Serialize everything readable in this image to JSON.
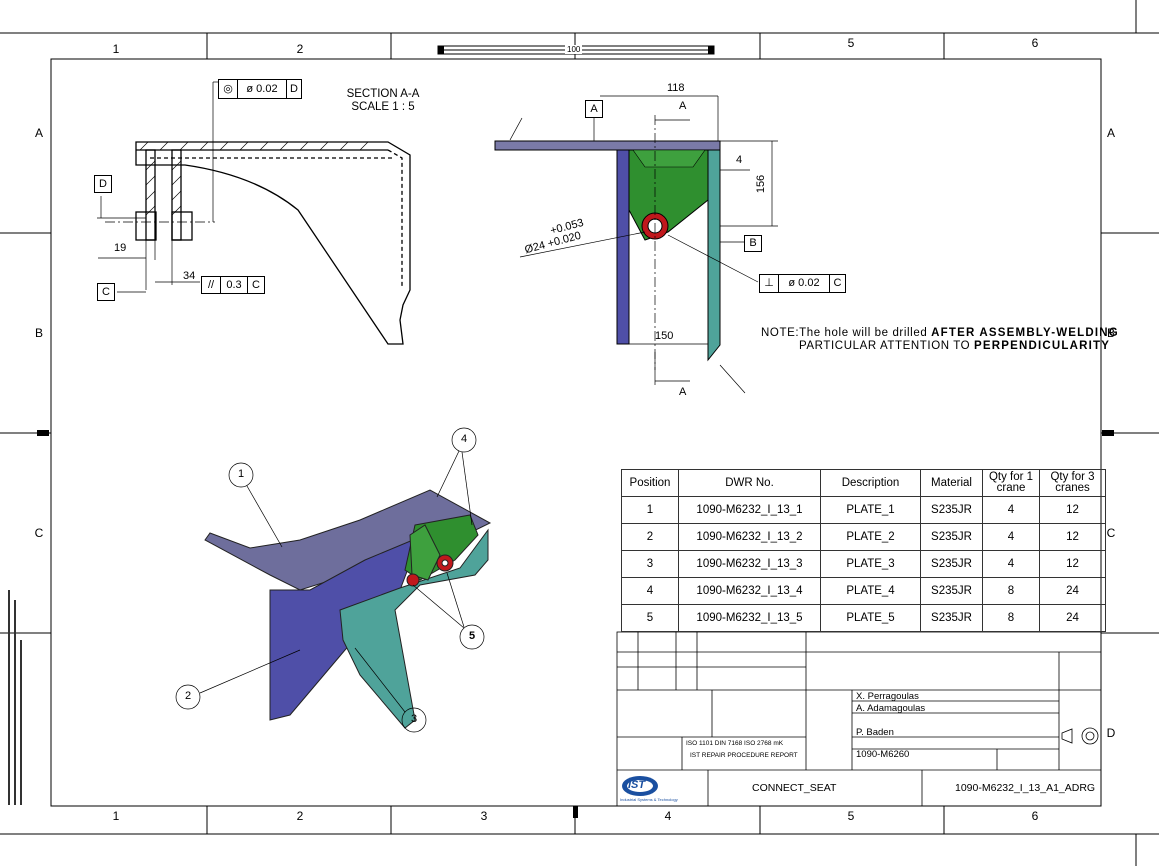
{
  "zones": {
    "top": [
      "1",
      "2",
      "5",
      "6"
    ],
    "bottom": [
      "1",
      "2",
      "3",
      "4",
      "5",
      "6"
    ],
    "left": [
      "A",
      "B",
      "C"
    ],
    "right": [
      "A",
      "B",
      "C",
      "D"
    ]
  },
  "scale_bar": {
    "label": "100"
  },
  "section_view": {
    "title": "SECTION A-A",
    "scale": "SCALE 1 : 5",
    "concentricity": {
      "symbol": "◎",
      "tolerance": "ø 0.02",
      "datum": "D"
    },
    "datum_d": "D",
    "datum_c": "C",
    "dim_19": "19",
    "dim_34": "34",
    "parallelism": {
      "symbol": "//",
      "tolerance": "0.3",
      "datum": "C"
    }
  },
  "front_view": {
    "datum_a": "A",
    "dim_118": "118",
    "section_a_top": "A",
    "dim_4": "4",
    "dim_156": "156",
    "tol_upper": "+0.053",
    "tol_lower": "Ø24 +0.020",
    "datum_b": "B",
    "perpendicularity": {
      "symbol": "⊥",
      "tolerance": "ø 0.02",
      "datum": "C"
    },
    "dim_150": "150",
    "section_a_bottom": "A"
  },
  "note": {
    "line1_prefix": "NOTE:The hole will be drilled ",
    "line1_bold": "AFTER ASSEMBLY-WELDING",
    "line2_prefix": "PARTICULAR ATTENTION TO ",
    "line2_bold": "PERPENDICULARITY"
  },
  "balloons": [
    "1",
    "2",
    "3",
    "4",
    "5"
  ],
  "bom": {
    "headers": [
      "Position",
      "DWR No.",
      "Description",
      "Material",
      "Qty for 1 crane",
      "Qty for 3 cranes"
    ],
    "rows": [
      [
        "1",
        "1090-M6232_I_13_1",
        "PLATE_1",
        "S235JR",
        "4",
        "12"
      ],
      [
        "2",
        "1090-M6232_I_13_2",
        "PLATE_2",
        "S235JR",
        "4",
        "12"
      ],
      [
        "3",
        "1090-M6232_I_13_3",
        "PLATE_3",
        "S235JR",
        "4",
        "12"
      ],
      [
        "4",
        "1090-M6232_I_13_4",
        "PLATE_4",
        "S235JR",
        "8",
        "24"
      ],
      [
        "5",
        "1090-M6232_I_13_5",
        "PLATE_5",
        "S235JR",
        "8",
        "24"
      ]
    ]
  },
  "title_block": {
    "drawn_by": "X. Perragoulas",
    "checked_by": "A. Adamagoulas",
    "approved_by": "P. Baden",
    "iso_label": "ISO 1101 DIN 7168 ISO 2768 mK",
    "report_label": "IST REPAIR PROCEDURE REPORT",
    "project_no": "1090-M6260",
    "logo_text": "IST",
    "logo_sub": "Industrial Systems & Technology",
    "title": "CONNECT_SEAT",
    "drawing_no": "1090-M6232_I_13_A1_ADRG"
  },
  "colors": {
    "plate1": "#6e6e9c",
    "plate2": "#4f4fa8",
    "plate3": "#4fa39a",
    "plate4": "#2f8f2f",
    "plate5": "#c0181c"
  }
}
